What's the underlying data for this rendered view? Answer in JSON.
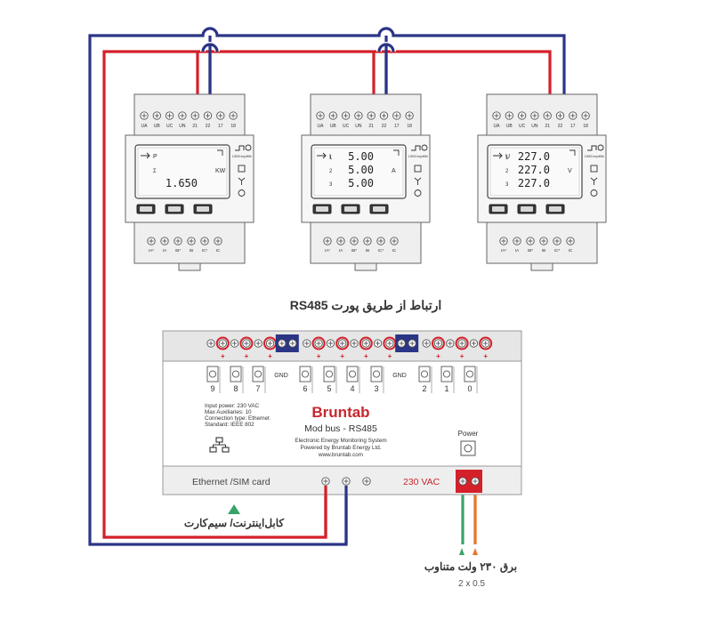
{
  "meters": [
    {
      "top_terminals": [
        "UA",
        "UB",
        "UC",
        "UN",
        "21",
        "22",
        "17",
        "18"
      ],
      "bottom_terminals": [
        "IA*",
        "IA",
        "IB*",
        "IB",
        "IC*",
        "IC"
      ],
      "pulse_label": "10000 imp/kWh",
      "display": {
        "symbol": "P",
        "rows": [
          {
            "index": "",
            "value": "",
            "unit": ""
          },
          {
            "index": "Σ",
            "value": "",
            "unit": "KW"
          },
          {
            "index": "",
            "value": "1.650",
            "unit": ""
          }
        ]
      }
    },
    {
      "top_terminals": [
        "UA",
        "UB",
        "UC",
        "UN",
        "21",
        "22",
        "17",
        "18"
      ],
      "bottom_terminals": [
        "IA*",
        "IA",
        "IB*",
        "IB",
        "IC*",
        "IC"
      ],
      "pulse_label": "10000 imp/kWh",
      "display": {
        "symbol": "I",
        "rows": [
          {
            "index": "1",
            "value": "5.00",
            "unit": ""
          },
          {
            "index": "2",
            "value": "5.00",
            "unit": "A"
          },
          {
            "index": "3",
            "value": "5.00",
            "unit": ""
          }
        ]
      }
    },
    {
      "top_terminals": [
        "UA",
        "UB",
        "UC",
        "UN",
        "21",
        "22",
        "17",
        "18"
      ],
      "bottom_terminals": [
        "IA*",
        "IA",
        "IB*",
        "IB",
        "IC*",
        "IC"
      ],
      "pulse_label": "10000 imp/kWh",
      "display": {
        "symbol": "U",
        "rows": [
          {
            "index": "1",
            "value": "227.0",
            "unit": ""
          },
          {
            "index": "2",
            "value": "227.0",
            "unit": "V"
          },
          {
            "index": "3",
            "value": "227.0",
            "unit": ""
          }
        ]
      }
    }
  ],
  "rs485_label": "ارتباط از طریق پورت RS485",
  "module": {
    "channels": [
      "9",
      "8",
      "7",
      "GND",
      "6",
      "5",
      "4",
      "3",
      "GND",
      "2",
      "1",
      "0"
    ],
    "specs": [
      "Input power: 230 VAC",
      "Max Auxiliaries: 10",
      "Connection type: Ethernet",
      "Standard: IEEE 802"
    ],
    "brand": "Bruntab",
    "model": "Mod bus - RS485",
    "description": [
      "Electronic Energy Monitoring System",
      "Powered by Bruntab Energy Ltd.",
      "www.bruntab.com"
    ],
    "power_label": "Power",
    "ethernet_label": "Ethernet /SIM card",
    "vac_label": "230 VAC",
    "plus_sign": "+"
  },
  "cable_label": "کابل‌اینترنت/ سیم‌کارت",
  "supply_label": "برق ۲۳۰ ولت متناوب",
  "supply_spec": "2 x 0.5",
  "colors": {
    "red_wire": "#d4202a",
    "blue_wire": "#2b3586",
    "green_wire": "#3aa36a",
    "orange_wire": "#e8732a",
    "brand_red": "#c8262e"
  }
}
